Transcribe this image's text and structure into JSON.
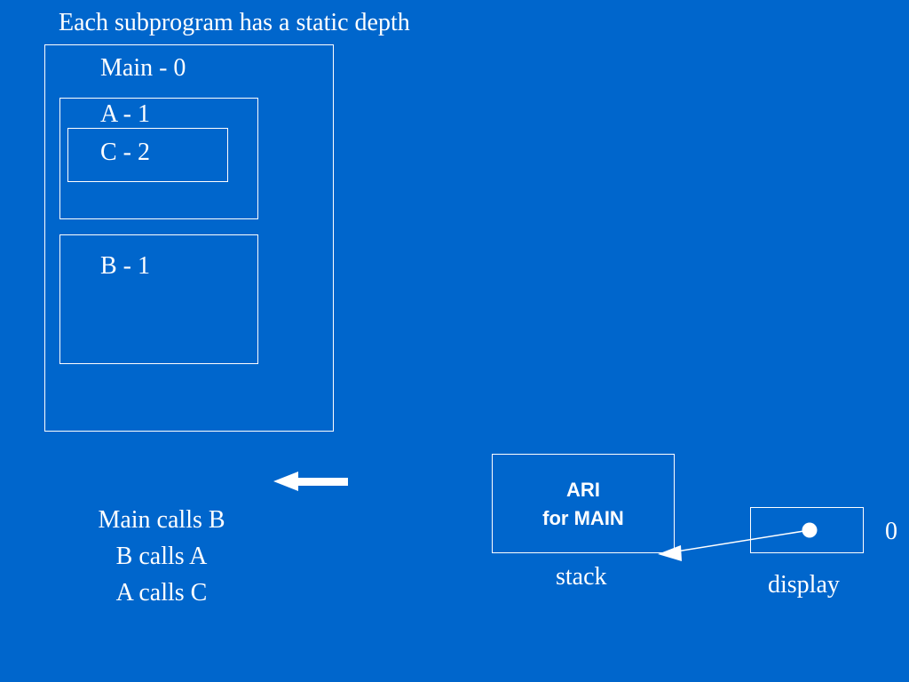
{
  "title": "Each subprogram has a static depth",
  "nesting": {
    "main": "Main - 0",
    "a": "A - 1",
    "c": "C - 2",
    "b": "B - 1"
  },
  "calls": [
    "Main calls B",
    "B calls A",
    "A calls C"
  ],
  "stack": {
    "ari_line1": "ARI",
    "ari_line2": "for MAIN",
    "label": "stack"
  },
  "display": {
    "label": "display",
    "index": "0"
  },
  "colors": {
    "background": "#0066cc",
    "foreground": "#ffffff"
  }
}
